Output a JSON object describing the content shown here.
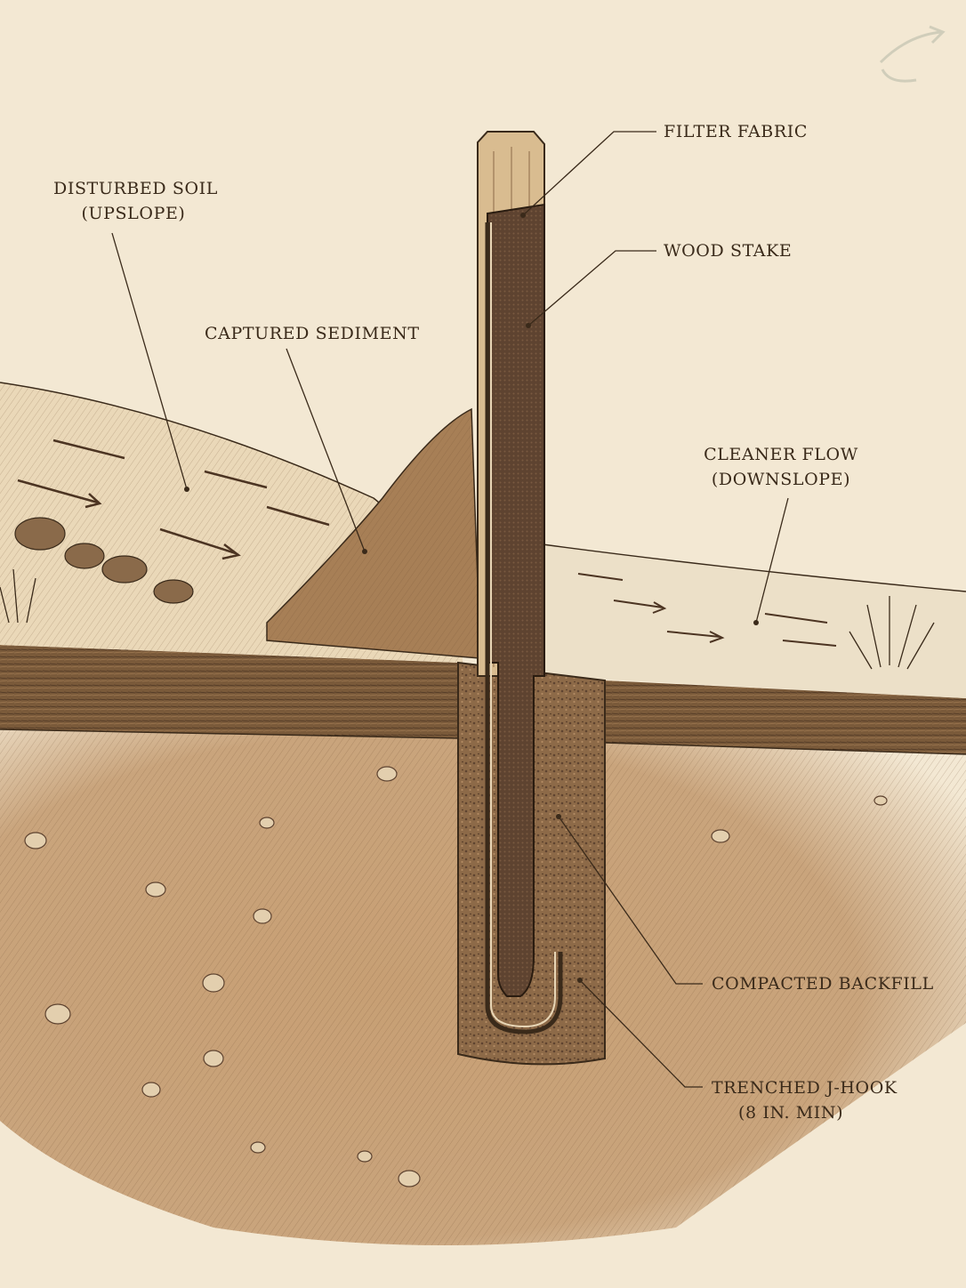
{
  "labels": {
    "filter_fabric": "FILTER FABRIC",
    "wood_stake": "WOOD STAKE",
    "disturbed_soil_1": "DISTURBED SOIL",
    "disturbed_soil_2": "(UPSLOPE)",
    "captured_sediment": "CAPTURED SEDIMENT",
    "cleaner_flow_1": "CLEANER FLOW",
    "cleaner_flow_2": "(DOWNSLOPE)",
    "compacted_backfill": "COMPACTED BACKFILL",
    "trenched_jhook_1": "TRENCHED J-HOOK",
    "trenched_jhook_2": "(8 IN. MIN)"
  },
  "colors": {
    "paper": "#f3e8d3",
    "ink": "#3a2a1a",
    "subsoil": "#c9a47c",
    "topsoil": "#7a5a3a",
    "fabric": "#5e4330",
    "stake": "#d9bc90",
    "sediment": "#a77f56",
    "backfill": "#8d6a48"
  },
  "icons": [
    "corner-arrow-logo"
  ]
}
